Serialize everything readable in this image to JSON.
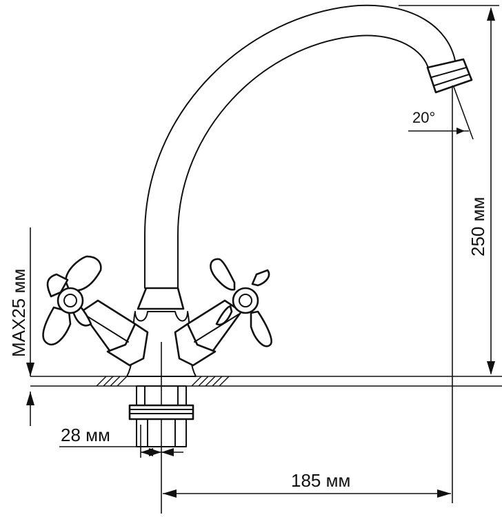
{
  "dimensions": {
    "height_label": "250 мм",
    "max_thickness_label": "MAX25 мм",
    "diameter_label": "28 мм",
    "reach_label": "185 мм",
    "angle_label": "20°"
  }
}
